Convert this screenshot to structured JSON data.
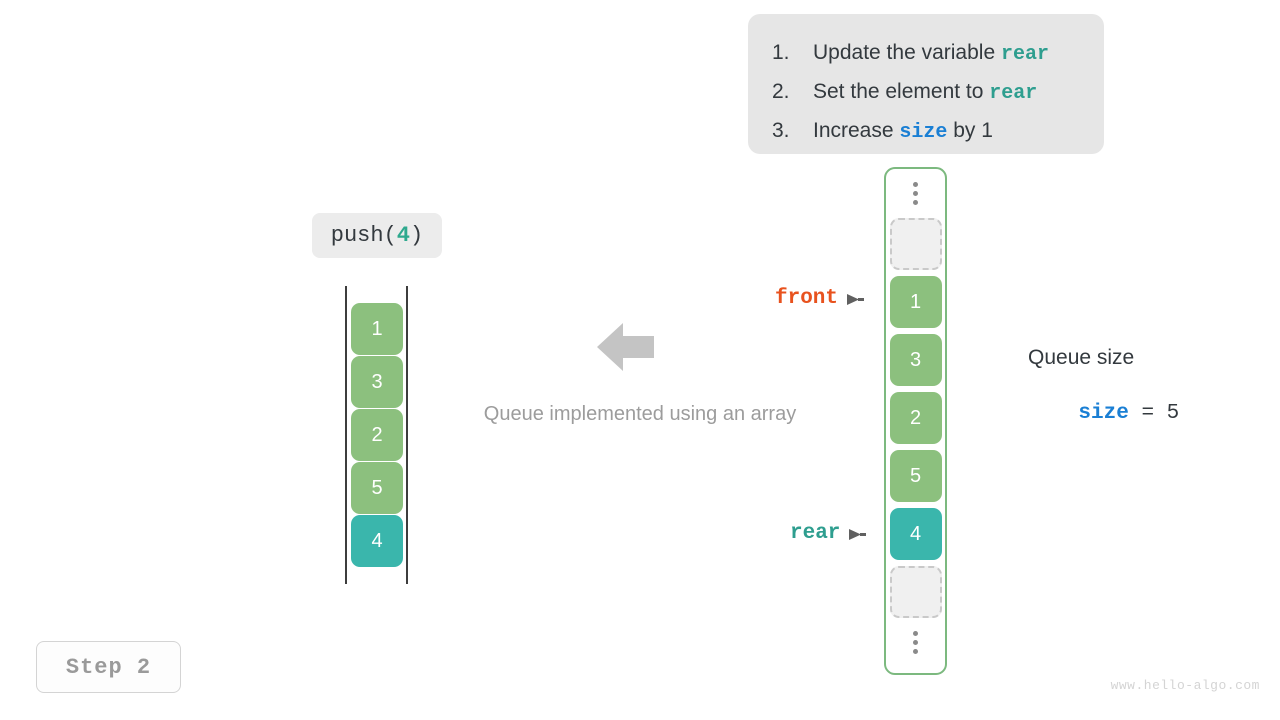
{
  "instructions": {
    "items": [
      {
        "num": "1.",
        "pre": "Update the variable ",
        "code": "rear",
        "code_kind": "teal",
        "post": ""
      },
      {
        "num": "2.",
        "pre": "Set the element to ",
        "code": "rear",
        "code_kind": "teal",
        "post": ""
      },
      {
        "num": "3.",
        "pre": "Increase ",
        "code": "size",
        "code_kind": "blue",
        "post": " by 1"
      }
    ]
  },
  "operation": {
    "name": "push(",
    "arg": "4",
    "close": ")"
  },
  "left_queue": {
    "cells": [
      {
        "value": "1",
        "kind": "green"
      },
      {
        "value": "3",
        "kind": "green"
      },
      {
        "value": "2",
        "kind": "green"
      },
      {
        "value": "5",
        "kind": "green"
      },
      {
        "value": "4",
        "kind": "teal"
      }
    ]
  },
  "center": {
    "caption": "Queue implemented using an array",
    "arrow_direction": "left",
    "arrow_color": "#c4c4c4"
  },
  "array": {
    "top_ellipsis": "vertical-ellipsis",
    "bottom_ellipsis": "vertical-ellipsis",
    "cells": [
      {
        "value": "",
        "kind": "empty"
      },
      {
        "value": "1",
        "kind": "green"
      },
      {
        "value": "3",
        "kind": "green"
      },
      {
        "value": "2",
        "kind": "green"
      },
      {
        "value": "5",
        "kind": "green"
      },
      {
        "value": "4",
        "kind": "teal"
      },
      {
        "value": "",
        "kind": "empty"
      }
    ]
  },
  "pointers": {
    "front": {
      "label": "front",
      "color": "#e8521e"
    },
    "rear": {
      "label": "rear",
      "color": "#2e9e8f"
    }
  },
  "size_info": {
    "title": "Queue size",
    "var": "size",
    "equals": " = ",
    "value": "5"
  },
  "step": {
    "label": "Step 2"
  },
  "watermark": {
    "text": "www.hello-algo.com"
  },
  "colors": {
    "green": "#8cc07e",
    "teal": "#3ab6ac",
    "blue": "#1a7fd4",
    "orange": "#e8521e",
    "border_green": "#7cb97f",
    "panel_bg": "#e6e6e6"
  }
}
